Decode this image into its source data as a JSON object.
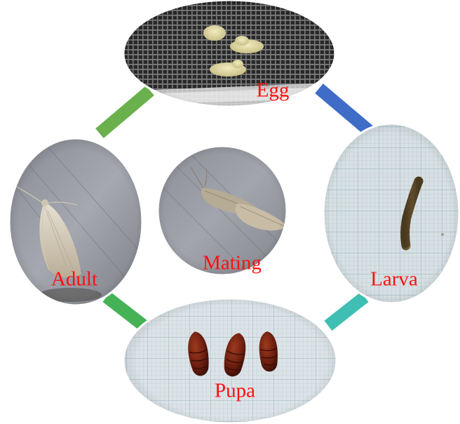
{
  "diagram": {
    "labels": {
      "egg": "Egg",
      "larva": "Larva",
      "pupa": "Pupa",
      "adult": "Adult",
      "mating": "Mating"
    },
    "colors": {
      "label_text": "#ff1010",
      "arc_adult_to_egg": "#6ab04c",
      "arc_egg_to_larva": "#3f6cc6",
      "arc_larva_to_pupa": "#3fbfb4",
      "arc_pupa_to_adult": "#46b256"
    },
    "photos": {
      "egg": "egg-clusters-on-mesh-screen-photo",
      "larva": "larva-on-grid-paper-photo",
      "pupa": "three-pupae-on-grid-paper-photo",
      "adult": "adult-moth-on-wood-photo",
      "mating": "mating-moths-photo"
    }
  }
}
